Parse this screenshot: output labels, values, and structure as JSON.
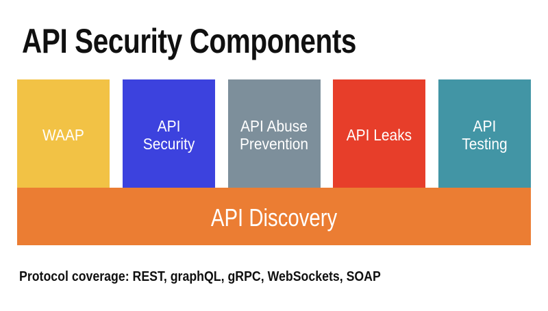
{
  "page": {
    "background": "#FFFFFF",
    "title": "API Security Components",
    "footnote": "Protocol coverage: REST, graphQL, gRPC, WebSockets, SOAP",
    "text_color": "#101010"
  },
  "diagram": {
    "label_color": "#FFFFFF",
    "components": [
      {
        "label": "WAAP",
        "color": "#F2C245"
      },
      {
        "label": "API\nSecurity",
        "color": "#3C42DE"
      },
      {
        "label": "API Abuse\nPrevention",
        "color": "#7D8F9B"
      },
      {
        "label": "API Leaks",
        "color": "#E73E2A"
      },
      {
        "label": "API\nTesting",
        "color": "#4295A5"
      }
    ],
    "base": {
      "label": "API Discovery",
      "color": "#EB7D33"
    }
  }
}
